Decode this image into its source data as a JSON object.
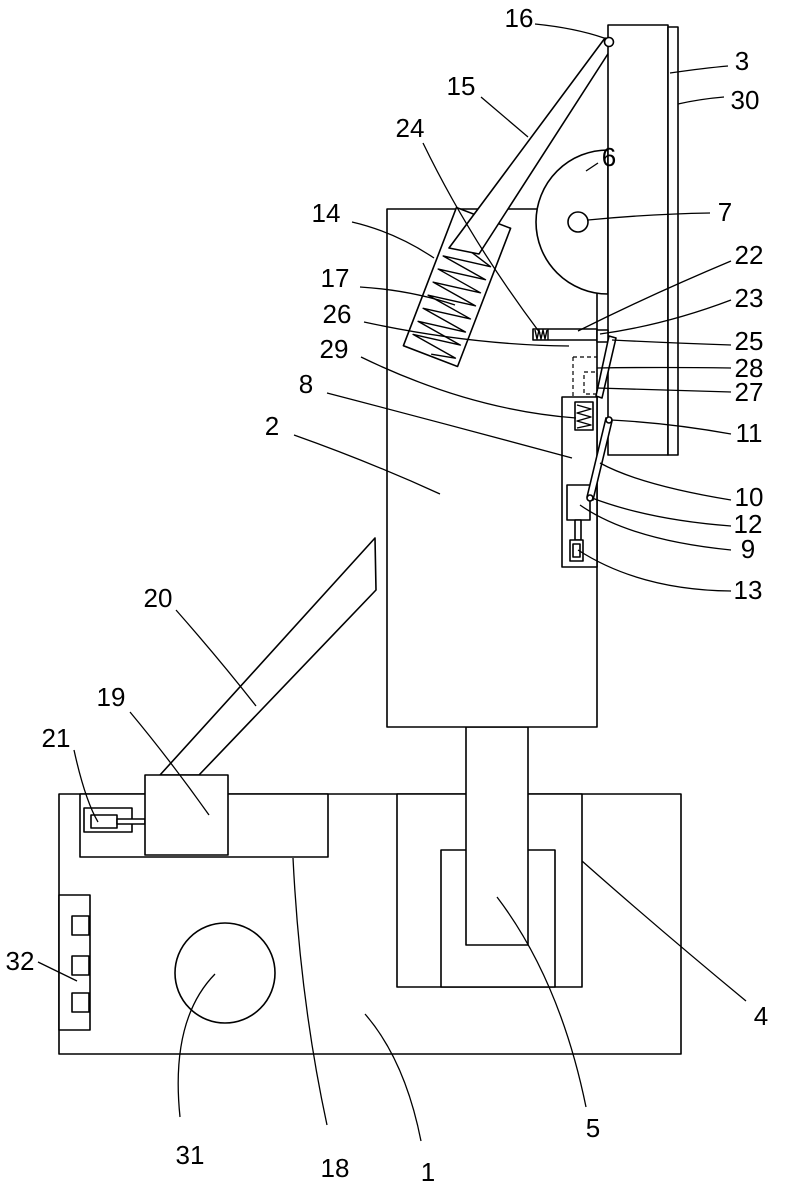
{
  "figure": {
    "callouts": {
      "n1": "1",
      "n2": "2",
      "n3": "3",
      "n4": "4",
      "n5": "5",
      "n6": "6",
      "n7": "7",
      "n8": "8",
      "n9": "9",
      "n10": "10",
      "n11": "11",
      "n12": "12",
      "n13": "13",
      "n14": "14",
      "n15": "15",
      "n16": "16",
      "n17": "17",
      "n18": "18",
      "n19": "19",
      "n20": "20",
      "n21": "21",
      "n22": "22",
      "n23": "23",
      "n24": "24",
      "n25": "25",
      "n26": "26",
      "n27": "27",
      "n28": "28",
      "n29": "29",
      "n30": "30",
      "n31": "31",
      "n32": "32"
    }
  },
  "colors": {
    "line": "#000000",
    "background": "#ffffff"
  }
}
